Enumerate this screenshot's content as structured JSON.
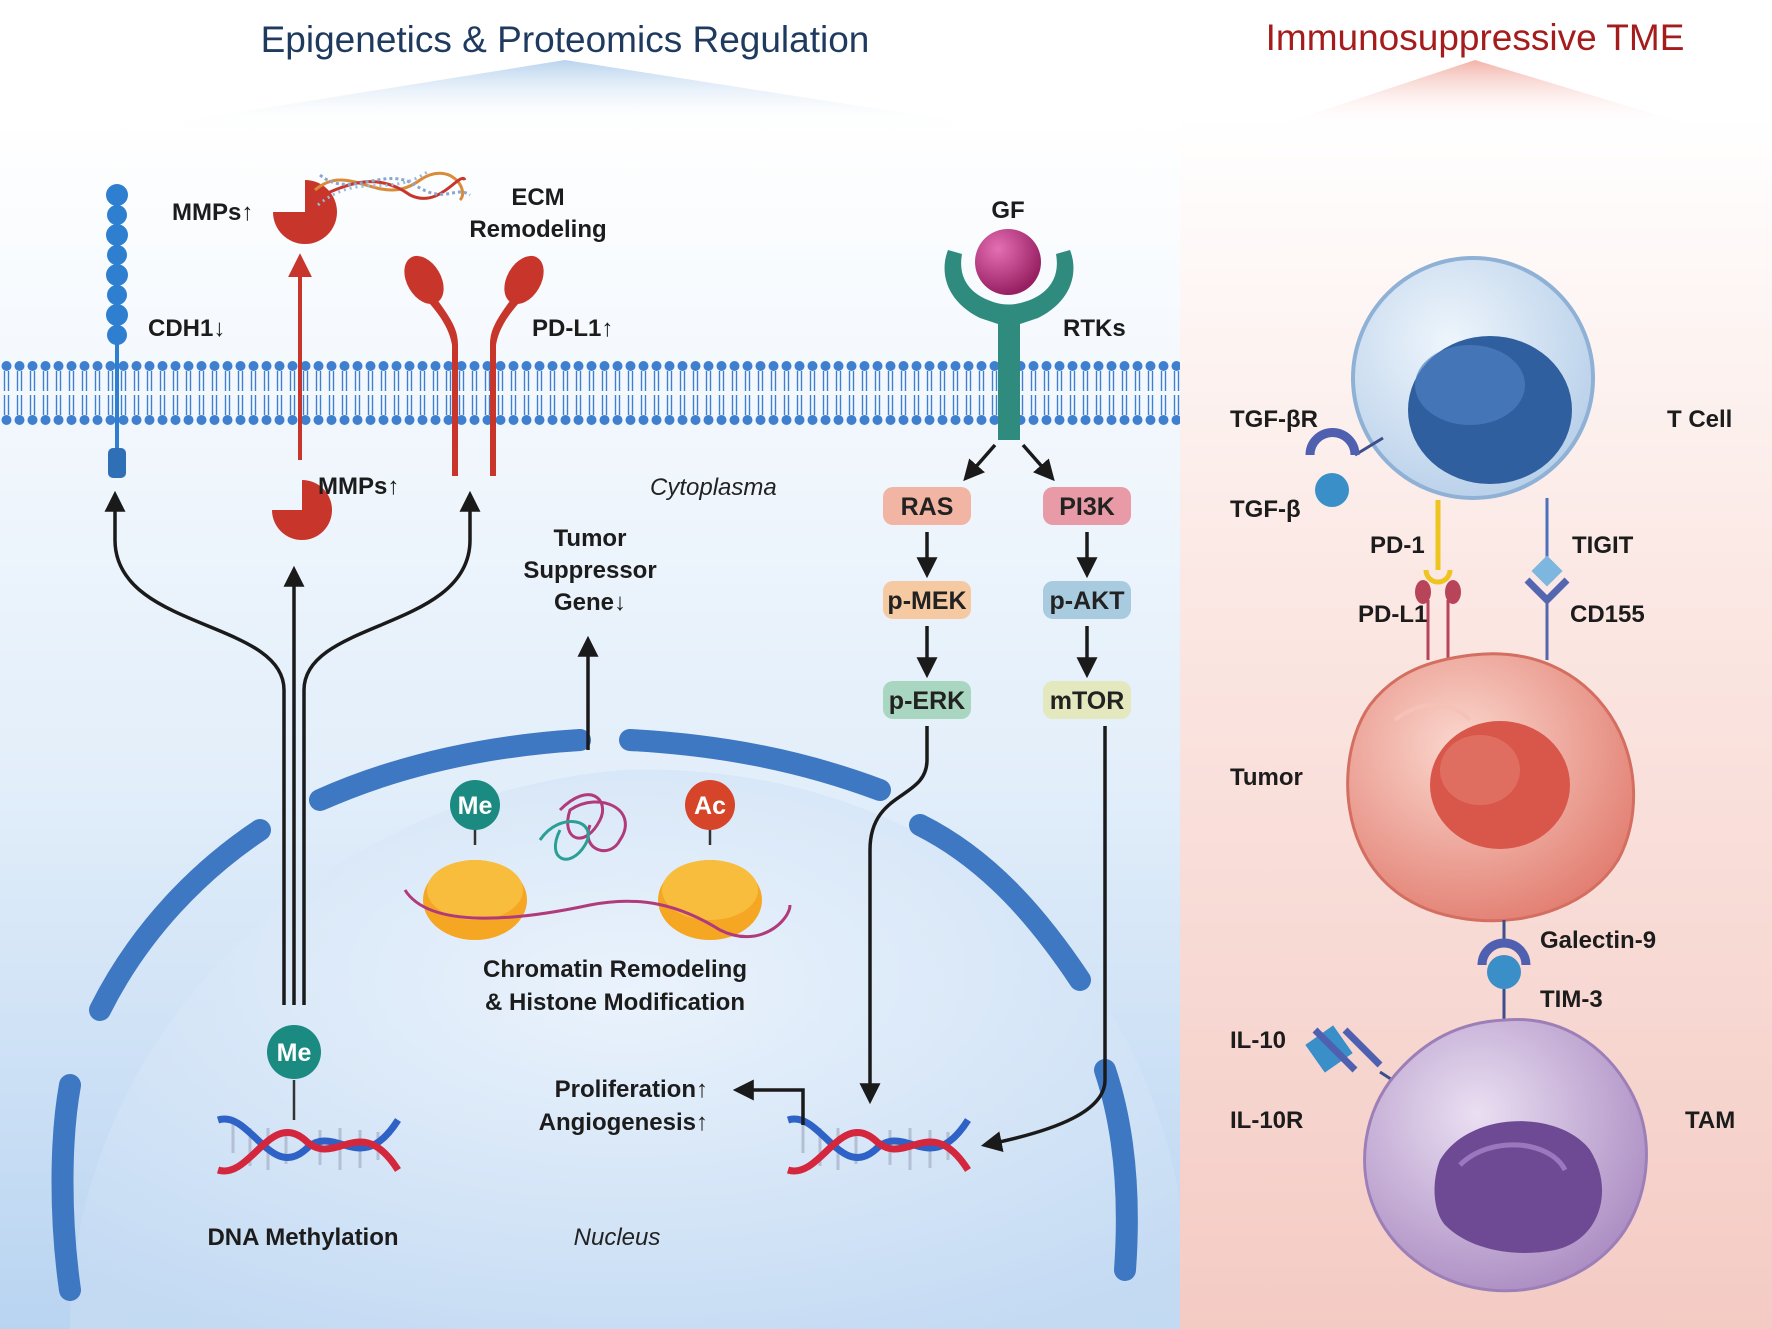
{
  "titles": {
    "left": "Epigenetics & Proteomics Regulation",
    "right": "Immunosuppressive TME"
  },
  "labels": {
    "cdh1": "CDH1↓",
    "mmps_top": "MMPs↑",
    "ecm_line1": "ECM",
    "ecm_line2": "Remodeling",
    "pdl1_top": "PD-L1↑",
    "mmps_mid": "MMPs↑",
    "cytoplasma": "Cytoplasma",
    "tsg_line1": "Tumor",
    "tsg_line2": "Suppressor",
    "tsg_line3": "Gene↓",
    "gf": "GF",
    "rtks": "RTKs",
    "chromatin_line1": "Chromatin Remodeling",
    "chromatin_line2": "& Histone Modification",
    "prolif_line1": "Proliferation↑",
    "prolif_line2": "Angiogenesis↑",
    "dna_methylation": "DNA Methylation",
    "nucleus": "Nucleus",
    "me": "Me",
    "ac": "Ac"
  },
  "pathway": {
    "ras": "RAS",
    "pmek": "p-MEK",
    "perk": "p-ERK",
    "pi3k": "PI3K",
    "pakt": "p-AKT",
    "mtor": "mTOR"
  },
  "tme": {
    "tgfbr": "TGF-βR",
    "tgfb": "TGF-β",
    "tcell": "T Cell",
    "pd1": "PD-1",
    "tigit": "TIGIT",
    "pdl1": "PD-L1",
    "cd155": "CD155",
    "tumor": "Tumor",
    "galectin9": "Galectin-9",
    "tim3": "TIM-3",
    "il10": "IL-10",
    "il10r": "IL-10R",
    "tam": "TAM"
  },
  "colors": {
    "left_title": "#1f3a5f",
    "right_title": "#a51c1c",
    "membrane": "#3f7fd0",
    "red_protein": "#c8362b",
    "nucleus_envelope": "#3f78c2",
    "me_badge": "#1b8a80",
    "ac_badge": "#d6452a",
    "gf_ball": "#b3267a",
    "receptor": "#2e8b7e",
    "ras": "#f2b4a3",
    "pi3k": "#e89aa6",
    "pmek": "#f5c9a2",
    "pakt": "#a9cbe0",
    "perk": "#a9d6c0",
    "mtor": "#e4e8bf",
    "tcell_body": "#cfe0f2",
    "tcell_nucleus": "#2f5f9e",
    "tumor_cell": "#e88a7e",
    "tam_cell": "#b79ccc"
  }
}
